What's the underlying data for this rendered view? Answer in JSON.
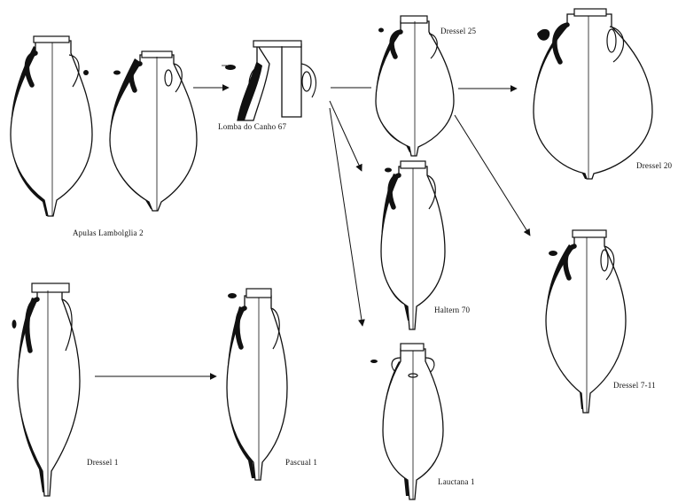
{
  "figure": {
    "labels": {
      "apulas": "Apulas Lambolglia 2",
      "lomba": "Lomba do Canho 67",
      "dressel25": "Dressel 25",
      "dressel20": "Dressel 20",
      "haltern70": "Haltern 70",
      "dressel711": "Dressel 7-11",
      "lauctana1": "Lauctana 1",
      "dressel1": "Dressel 1",
      "pascual1": "Pascual 1"
    }
  },
  "colors": {
    "ink": "#111111",
    "paper": "#ffffff"
  }
}
